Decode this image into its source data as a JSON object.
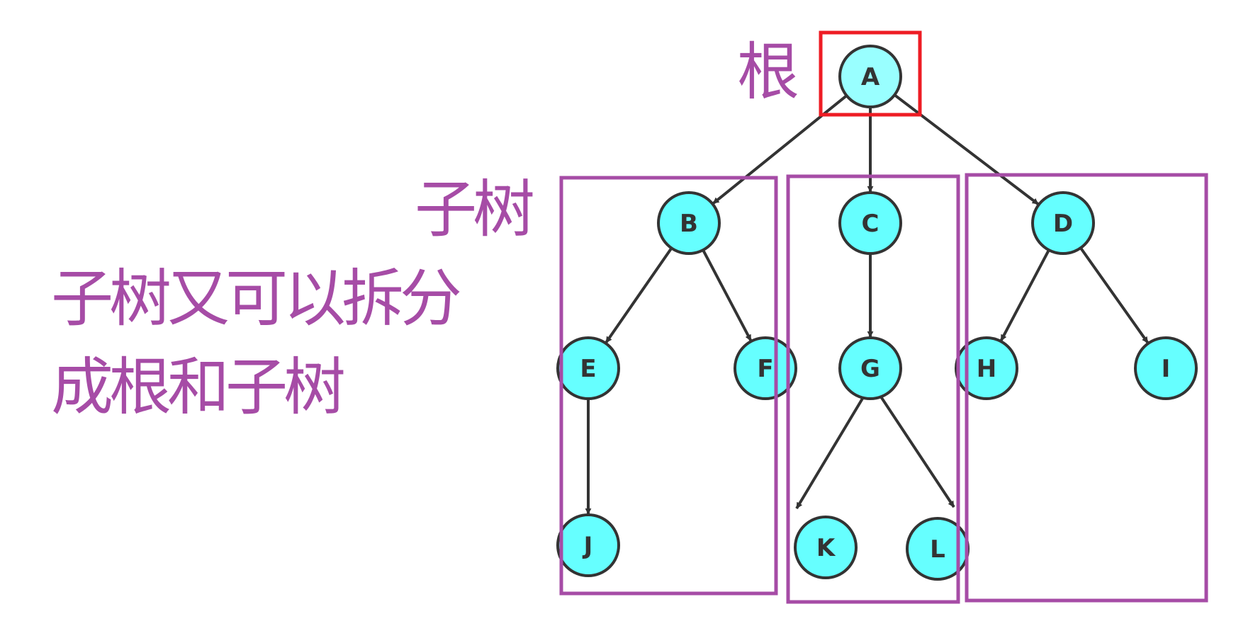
{
  "captions": {
    "root": "根",
    "subtree": "子树",
    "explanation_line1": "子树又可以拆分",
    "explanation_line2": "成根和子树"
  },
  "colors": {
    "caption": "#a64ca6",
    "root_box": "#ee1c24",
    "subtree_box": "#a64ca6",
    "node_fill": "#66ffff",
    "root_node_fill": "#99ffff",
    "node_stroke": "#333333",
    "edge": "#333333"
  },
  "tree": {
    "root": "A",
    "nodes": [
      "A",
      "B",
      "C",
      "D",
      "E",
      "F",
      "G",
      "H",
      "I",
      "J",
      "K",
      "L"
    ],
    "edges": [
      [
        "A",
        "B"
      ],
      [
        "A",
        "C"
      ],
      [
        "A",
        "D"
      ],
      [
        "B",
        "E"
      ],
      [
        "B",
        "F"
      ],
      [
        "C",
        "G"
      ],
      [
        "D",
        "H"
      ],
      [
        "D",
        "I"
      ],
      [
        "E",
        "J"
      ],
      [
        "G",
        "K"
      ],
      [
        "G",
        "L"
      ]
    ],
    "subtrees": [
      {
        "root": "B",
        "members": [
          "B",
          "E",
          "F",
          "J"
        ]
      },
      {
        "root": "C",
        "members": [
          "C",
          "G",
          "K",
          "L"
        ]
      },
      {
        "root": "D",
        "members": [
          "D",
          "H",
          "I"
        ]
      }
    ]
  }
}
